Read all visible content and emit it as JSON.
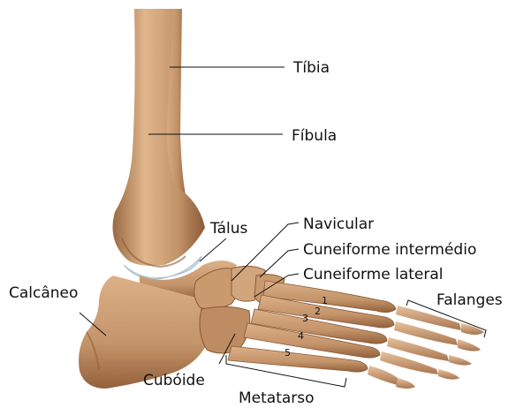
{
  "labels": {
    "tibia": "Tíbia",
    "fibula": "Fíbula",
    "talus": "Tálus",
    "navicular": "Navicular",
    "cuneiforme_intermedio": "Cuneiforme intermédio",
    "cuneiforme_lateral": "Cuneiforme lateral",
    "calcaneo": "Calcâneo",
    "falanges": "Falanges",
    "cuboide": "Cubóide",
    "metatarso": "Metatarso"
  },
  "metatarsal_numbers": [
    "1",
    "2",
    "3",
    "4",
    "5"
  ],
  "colors": {
    "bone": "#c4946a",
    "bone_shadow": "#8a5a36",
    "bone_highlight": "#e3b98e",
    "cartilage": "#cfe0ea",
    "line": "#111111"
  }
}
